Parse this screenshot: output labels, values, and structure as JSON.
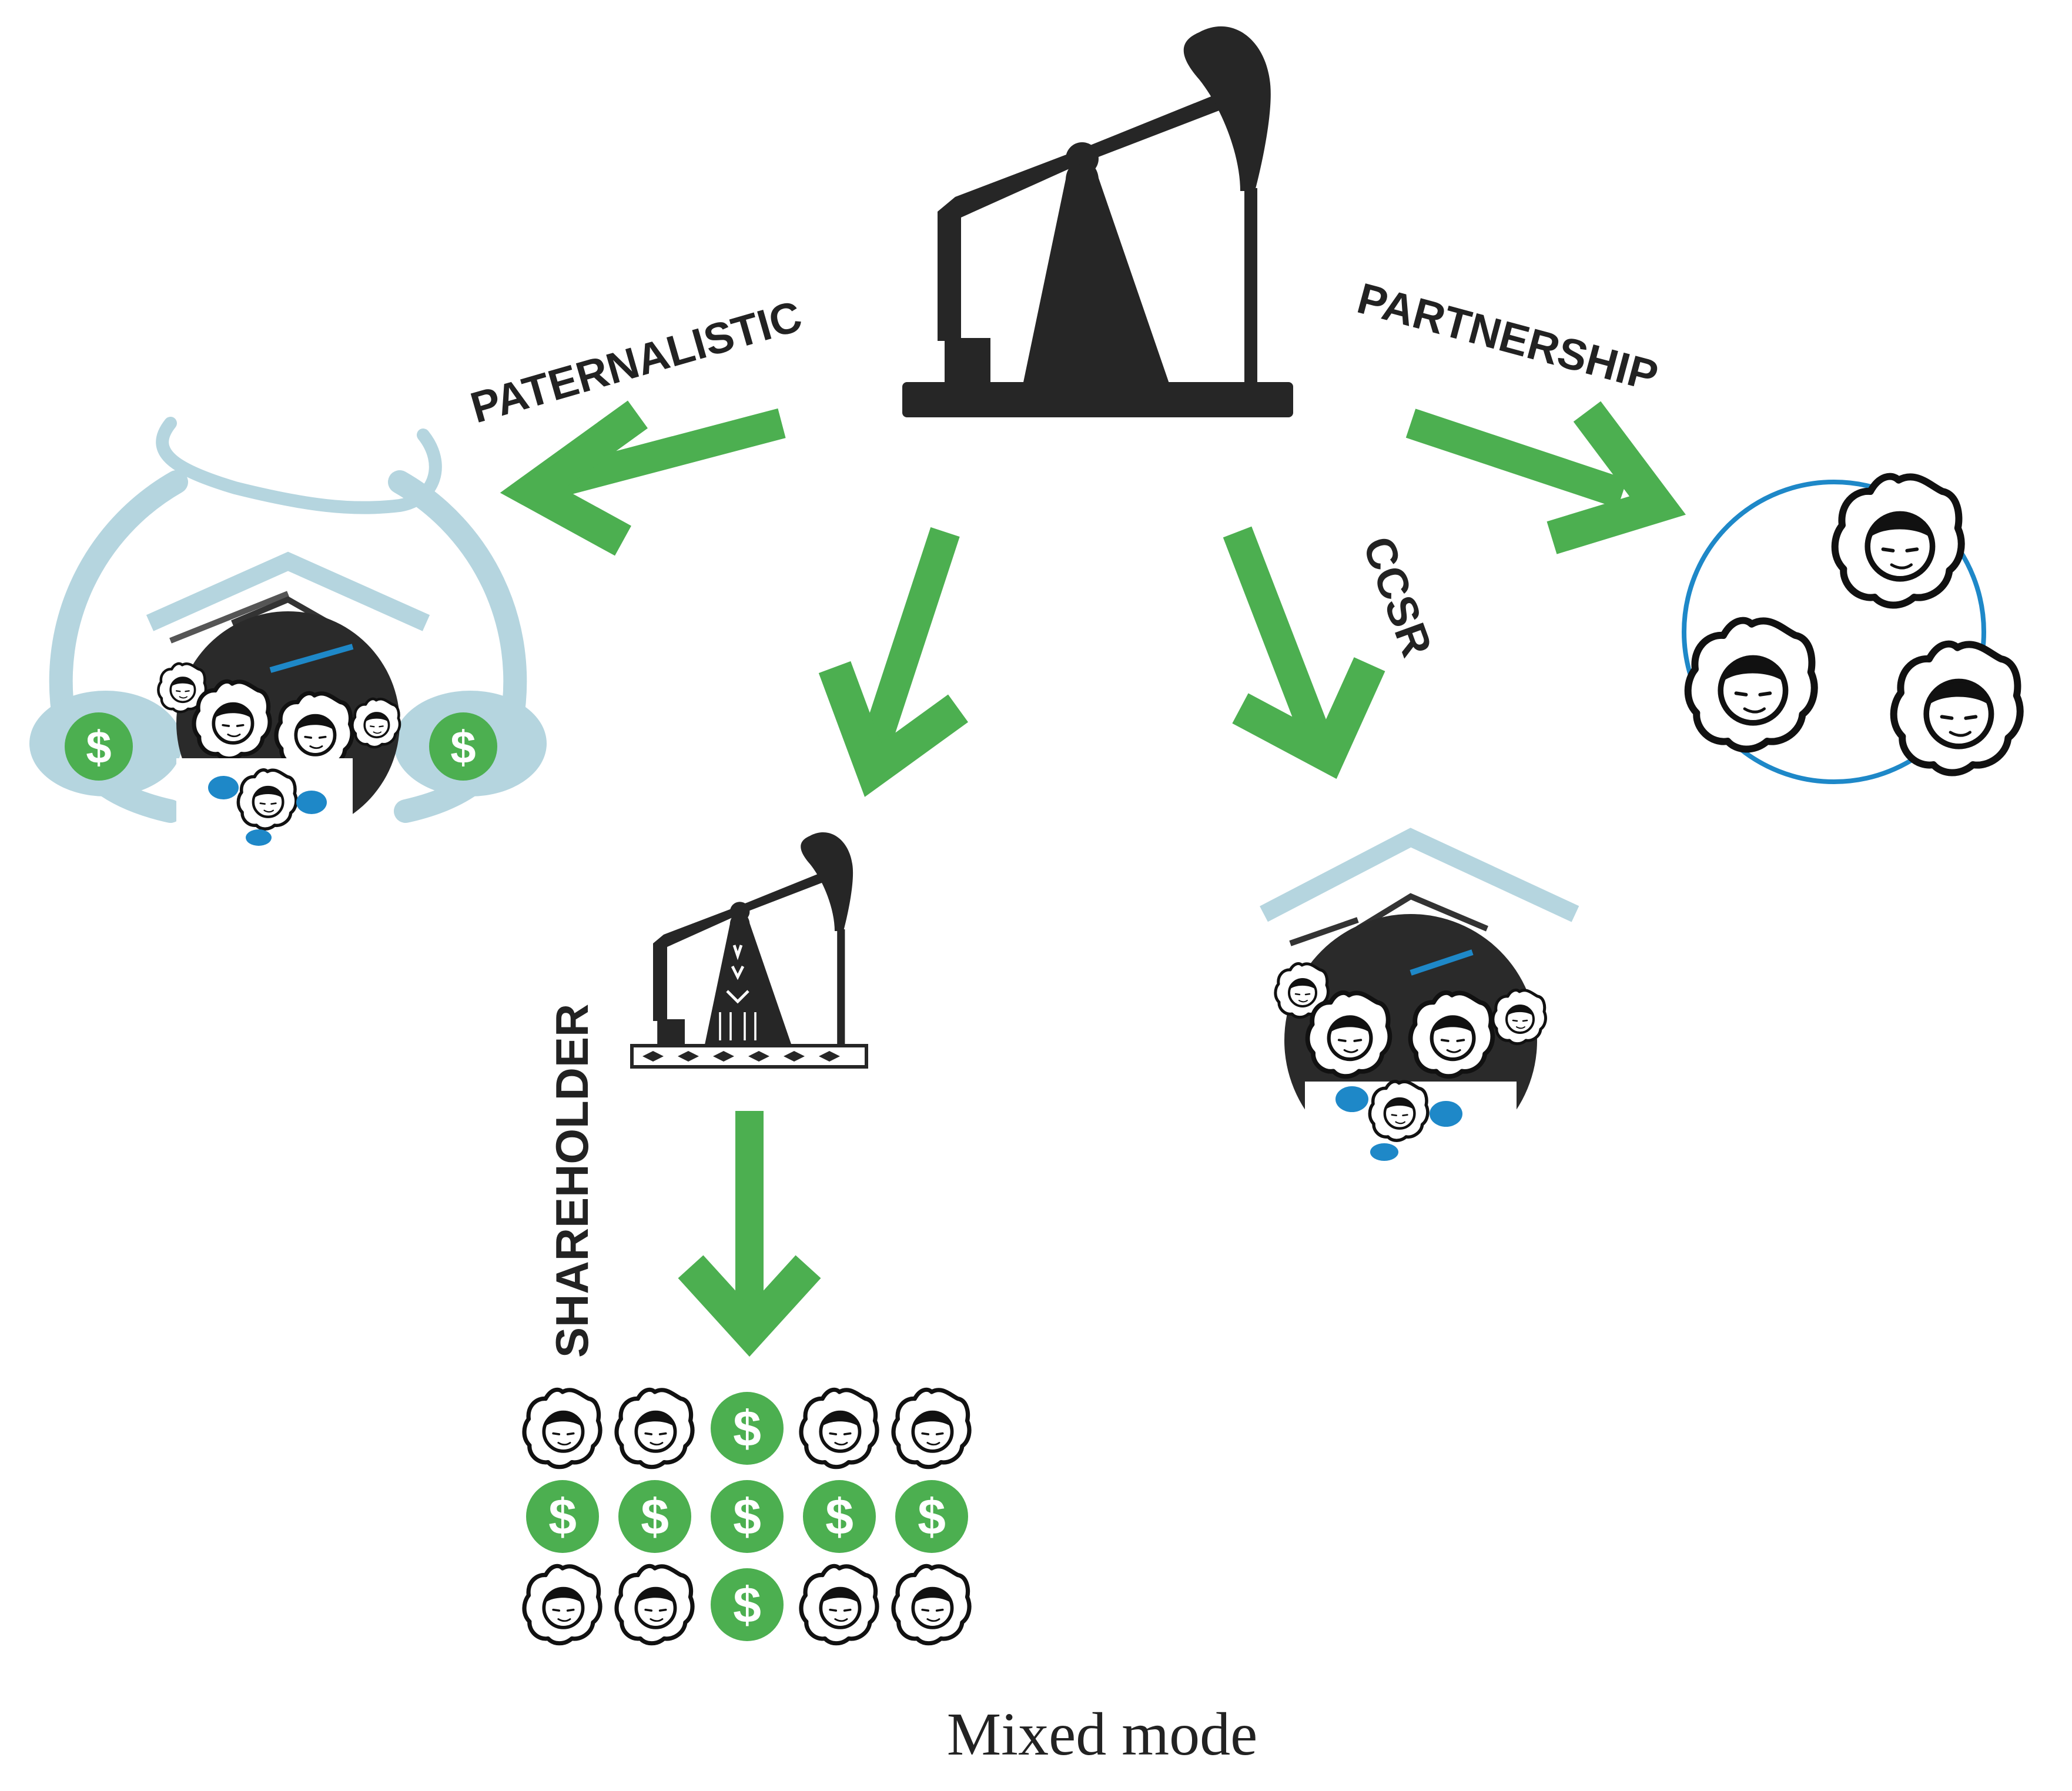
{
  "labels": {
    "paternalistic": "PATERNALISTIC",
    "partnership": "PARTNERSHIP",
    "ccsr": "CCSR",
    "shareholder": "SHAREHOLDER"
  },
  "caption": "Mixed mode",
  "dollar_symbol": "$",
  "colors": {
    "arrow": "#4caf50",
    "ink": "#262626",
    "hands": "#b5d5df",
    "blue": "#1e88c8",
    "coin": "#4caf50"
  },
  "shareholder_grid": {
    "rows": [
      [
        "person",
        "person",
        "coin",
        "person",
        "person"
      ],
      [
        "coin",
        "coin",
        "coin",
        "coin",
        "coin"
      ],
      [
        "person",
        "person",
        "coin",
        "person",
        "person"
      ]
    ]
  }
}
